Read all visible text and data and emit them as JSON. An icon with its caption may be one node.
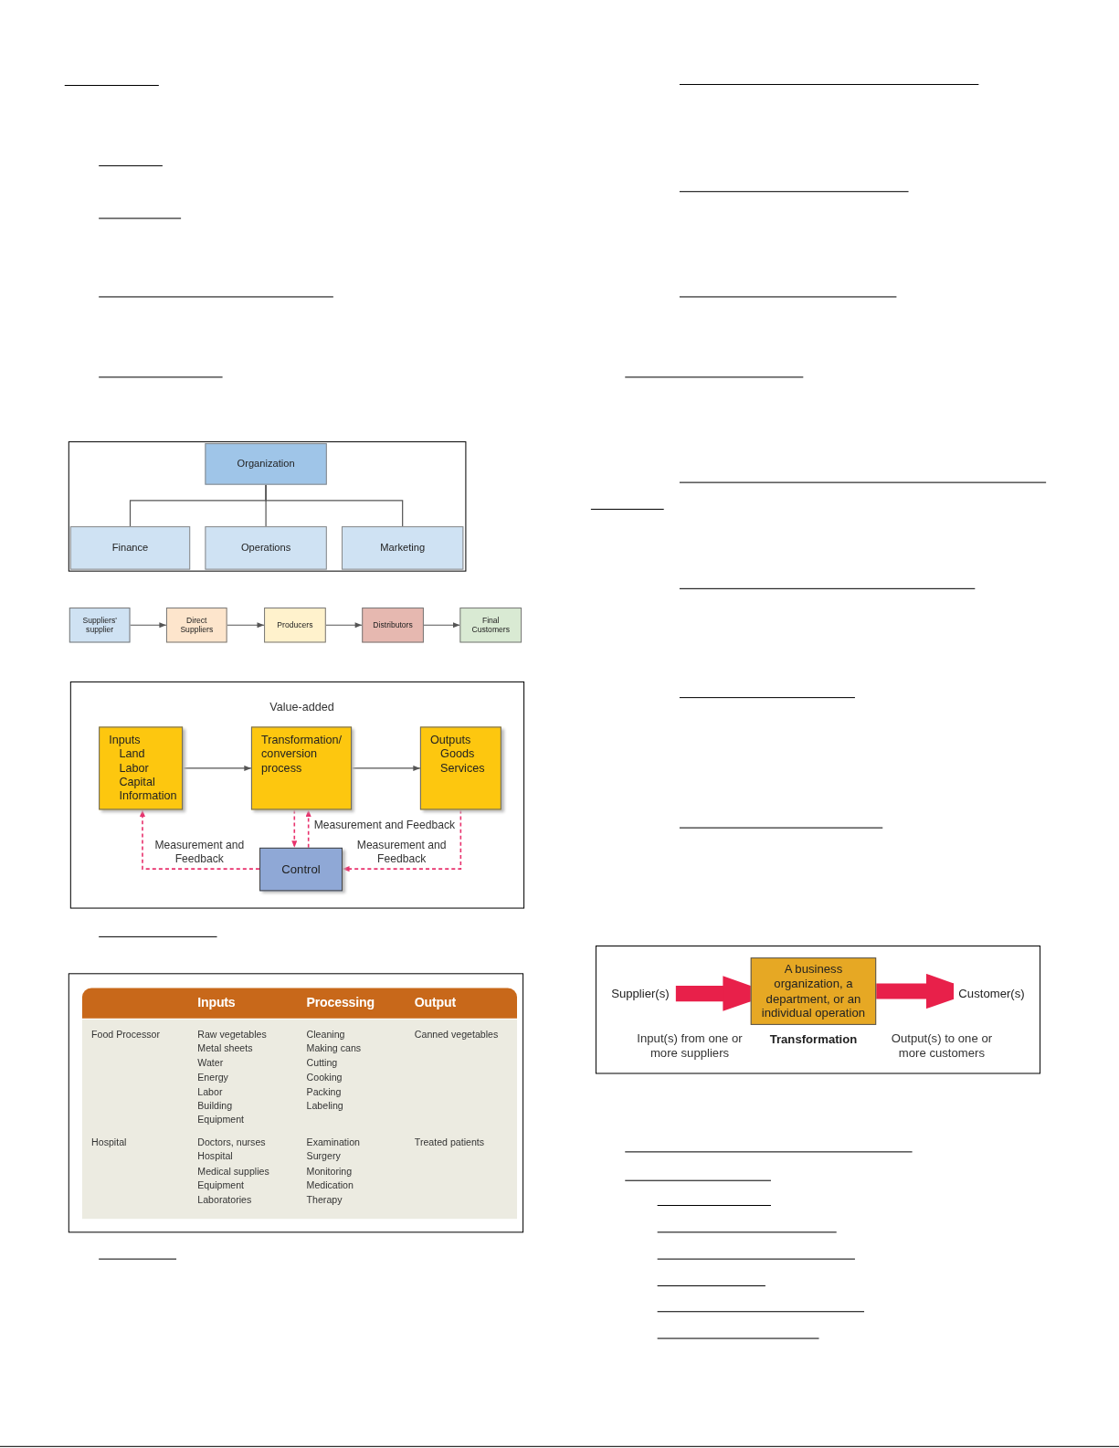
{
  "diagram": {
    "nodes": [
      {
        "text": [
          "Organization"
        ]
      },
      {
        "text": [
          "Finance"
        ]
      },
      {
        "text": [
          "Operations"
        ]
      },
      {
        "text": [
          "Marketing"
        ]
      },
      {
        "text": [
          "Suppliers' supplier"
        ]
      },
      {
        "text": [
          "Direct Suppliers"
        ]
      },
      {
        "text": [
          "Producers"
        ]
      },
      {
        "text": [
          "Distributors"
        ]
      },
      {
        "text": [
          "Final Customers"
        ]
      },
      {
        "text": [
          "Inputs",
          "Land",
          "Labor",
          "Capital",
          "Information"
        ]
      },
      {
        "text": [
          "Transformation/ conversion process"
        ]
      },
      {
        "text": [
          "Outputs",
          "Goods",
          "Services"
        ]
      },
      {
        "text": [
          "Control"
        ]
      },
      {
        "text": [
          "Supplier(s)"
        ]
      },
      {
        "text": [
          "A business organization, a department, or an individual operation"
        ],
        "beside": [
          "Transformation"
        ]
      },
      {
        "text": [
          "Customer(s)"
        ]
      }
    ],
    "edges": [
      {
        "from": 0,
        "to": 1,
        "arrow": "none"
      },
      {
        "from": 0,
        "to": 2,
        "arrow": "none"
      },
      {
        "from": 0,
        "to": 3,
        "arrow": "none"
      },
      {
        "from": 4,
        "to": 5,
        "arrow": "to"
      },
      {
        "from": 5,
        "to": 6,
        "arrow": "to"
      },
      {
        "from": 6,
        "to": 7,
        "arrow": "to"
      },
      {
        "from": 7,
        "to": 8,
        "arrow": "to"
      },
      {
        "from": 9,
        "to": 10,
        "arrow": "to"
      },
      {
        "from": 10,
        "to": 11,
        "arrow": "to"
      },
      {
        "from": 10,
        "to": 12,
        "arrow": "to",
        "style": "dashed",
        "color": "#e8336e"
      },
      {
        "from": 12,
        "to": 10,
        "arrow": "to",
        "style": "dashed",
        "color": "#e8336e",
        "label": "Measurement and Feedback"
      },
      {
        "from": 11,
        "to": 12,
        "arrow": "to",
        "style": "dashed",
        "color": "#e8336e",
        "label": "Measurement and Feedback"
      },
      {
        "from": 12,
        "to": 9,
        "arrow": "to",
        "style": "dashed",
        "color": "#e8336e",
        "label": "Measurement and Feedback"
      },
      {
        "from": 13,
        "to": 14,
        "arrow": "to",
        "style": "thick",
        "color": "#e8204a"
      },
      {
        "from": 14,
        "to": 15,
        "arrow": "to",
        "style": "thick",
        "color": "#e8204a"
      }
    ],
    "labels": [
      "Value-added",
      "Inputs",
      "Processing",
      "Output",
      "Food Processor",
      "Raw vegetables",
      "Cleaning",
      "Canned vegetables",
      "Metal sheets",
      "Making cans",
      "Water",
      "Cutting",
      "Energy",
      "Cooking",
      "Labor",
      "Packing",
      "Building",
      "Labeling",
      "Equipment",
      "Hospital",
      "Doctors, nurses",
      "Examination",
      "Treated patients",
      "Hospital",
      "Surgery",
      "Medical supplies",
      "Monitoring",
      "Equipment",
      "Medication",
      "Laboratories",
      "Therapy",
      "Input(s) from one or more suppliers",
      "Output(s) to one or more customers"
    ]
  }
}
